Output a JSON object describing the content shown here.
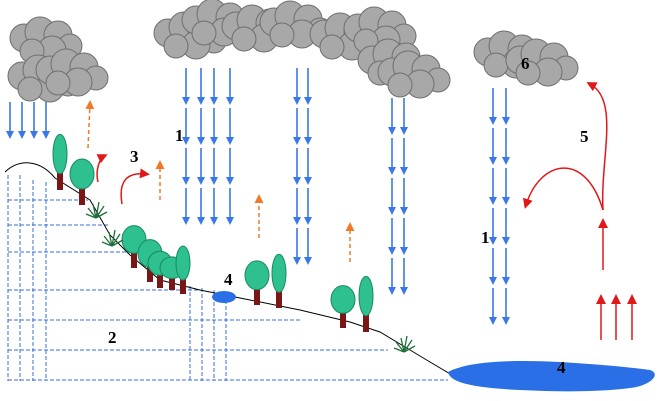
{
  "labels": {
    "precipitation_left": "1",
    "precipitation_right": "1",
    "groundwater": "2",
    "transpiration": "3",
    "surface_water_pond": "4",
    "surface_water_lake": "4",
    "circulation": "5",
    "cloud": "6"
  },
  "colors": {
    "cloud_fill": "#a8a8a8",
    "cloud_stroke": "#6f6f6f",
    "rain_arrow": "#3a78e8",
    "evaporation_arrow": "#e01818",
    "transpiration_arrow": "#f07a28",
    "groundwater_line": "#3a6fd8",
    "water": "#2b6fe6",
    "tree_canopy": "#2fc08f",
    "tree_trunk": "#7a1616",
    "grass": "#1f6f3a",
    "ground_line": "#000000"
  }
}
